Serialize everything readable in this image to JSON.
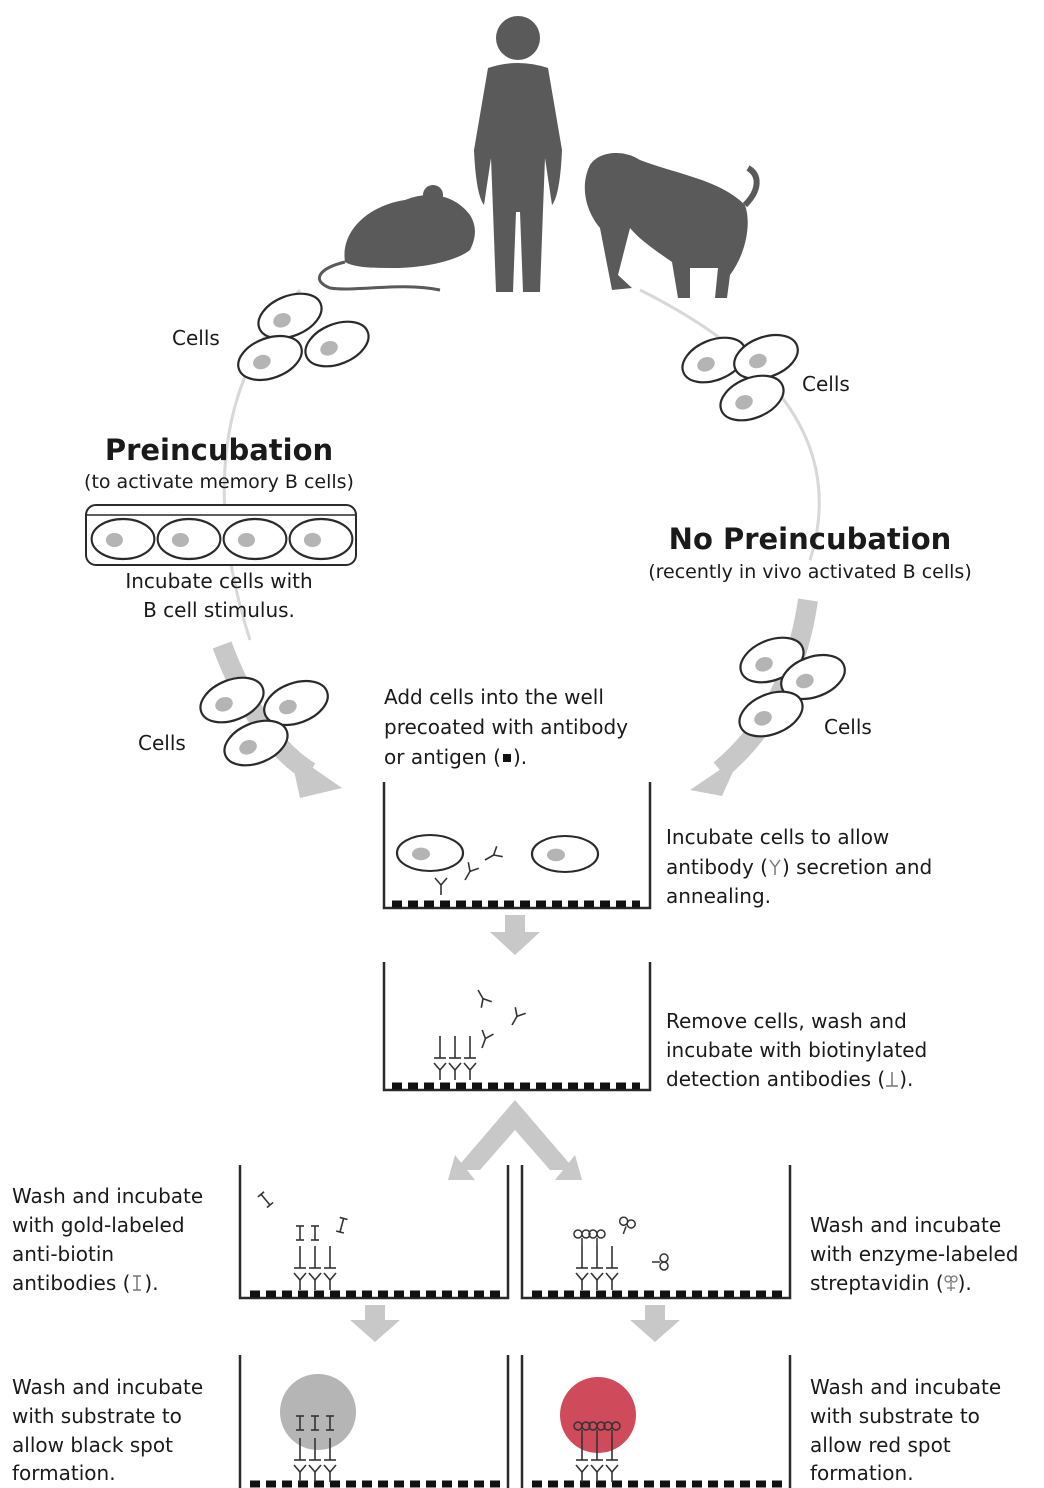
{
  "labels": {
    "cells_left_top": "Cells",
    "cells_right_top": "Cells",
    "cells_left_bottom": "Cells",
    "cells_right_bottom": "Cells"
  },
  "preincubation": {
    "title": "Preincubation",
    "subtitle": "(to activate memory B cells)",
    "caption_line1": "Incubate cells with",
    "caption_line2": "B cell stimulus."
  },
  "no_preincubation": {
    "title": "No Preincubation",
    "subtitle": "(recently in vivo activated B cells)"
  },
  "steps": {
    "add_cells": [
      "Add cells into the well",
      "precoated with antibody",
      "or antigen ("
    ],
    "add_cells_end": ").",
    "incubate": {
      "line1": "Incubate cells to allow",
      "line2_a": "antibody (",
      "line2_b": ") secretion and",
      "line3": "annealing."
    },
    "remove": {
      "line1": "Remove cells, wash and",
      "line2": "incubate with biotinylated",
      "line3_a": "detection antibodies (",
      "line3_b": ")."
    },
    "gold": {
      "line1": "Wash and incubate",
      "line2": "with gold-labeled",
      "line3": "anti-biotin",
      "line4_a": "antibodies (",
      "line4_b": ")."
    },
    "enzyme": {
      "line1": "Wash and incubate",
      "line2": "with enzyme-labeled",
      "line3_a": "streptavidin (",
      "line3_b": ")."
    },
    "black_spot": [
      "Wash and incubate",
      "with substrate to",
      "allow black spot",
      "formation."
    ],
    "red_spot": [
      "Wash and incubate",
      "with substrate to",
      "allow red spot",
      "formation."
    ]
  },
  "colors": {
    "silhouette": "#5a5a5a",
    "arrow": "#c8c8c8",
    "cell_fill": "#ffffff",
    "nucleus": "#b4b4b4",
    "black_spot": "#b5b5b5",
    "red_spot": "#cf4a5a"
  }
}
